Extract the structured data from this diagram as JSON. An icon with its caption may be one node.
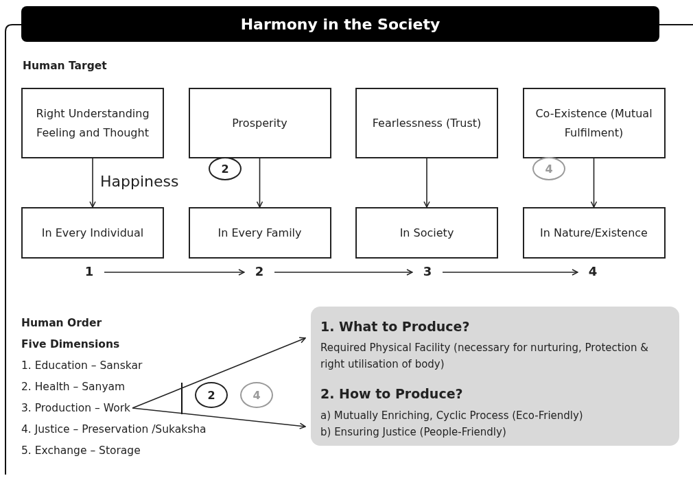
{
  "diagram": {
    "title": "Harmony in the Society",
    "nodes": [
      {
        "text": [
          "Right Understanding Feeling and Thought"
        ]
      },
      {
        "text": [
          "Prosperity"
        ]
      },
      {
        "text": [
          "Fearlessness (Trust)"
        ]
      },
      {
        "text": [
          "Co-Existence (Mutual Fulfilment)"
        ]
      },
      {
        "text": [
          "In Every Individual"
        ]
      },
      {
        "text": [
          "In Every Family"
        ]
      },
      {
        "text": [
          "In Society"
        ]
      },
      {
        "text": [
          "In Nature/Existence"
        ]
      },
      {
        "text": [
          "1"
        ]
      },
      {
        "text": [
          "2"
        ]
      },
      {
        "text": [
          "3"
        ]
      },
      {
        "text": [
          "4"
        ]
      },
      {
        "text": [
          "2"
        ]
      },
      {
        "text": [
          "4"
        ]
      },
      {
        "text": [
          "3. Production – Work"
        ]
      },
      {
        "text": [
          "2"
        ]
      },
      {
        "text": [
          "4"
        ]
      },
      {
        "text": [
          "1. What to Produce?",
          "Required Physical Facility (necessary for nurturing, Protection & right utilisation of body)",
          "2. How to Produce?",
          "a) Mutually Enriching, Cyclic Process (Eco-Friendly)",
          "b) Ensuring Justice (People-Friendly)"
        ]
      }
    ],
    "edges": [
      {
        "from": 0,
        "to": 4,
        "arrow": "to"
      },
      {
        "from": 1,
        "to": 5,
        "arrow": "to"
      },
      {
        "from": 2,
        "to": 6,
        "arrow": "to"
      },
      {
        "from": 3,
        "to": 7,
        "arrow": "to"
      },
      {
        "from": 8,
        "to": 9,
        "arrow": "to"
      },
      {
        "from": 9,
        "to": 10,
        "arrow": "to"
      },
      {
        "from": 10,
        "to": 11,
        "arrow": "to"
      },
      {
        "from": 14,
        "to": 17,
        "arrow": "to"
      },
      {
        "from": 14,
        "to": 17,
        "arrow": "to"
      }
    ],
    "labels": [
      "Human Target",
      "Happiness",
      "Human Order",
      "Five Dimensions",
      "1. Education – Sanskar",
      "2. Health – Sanyam",
      "4. Justice – Preservation /Sukaksha",
      "5. Exchange – Storage"
    ]
  }
}
